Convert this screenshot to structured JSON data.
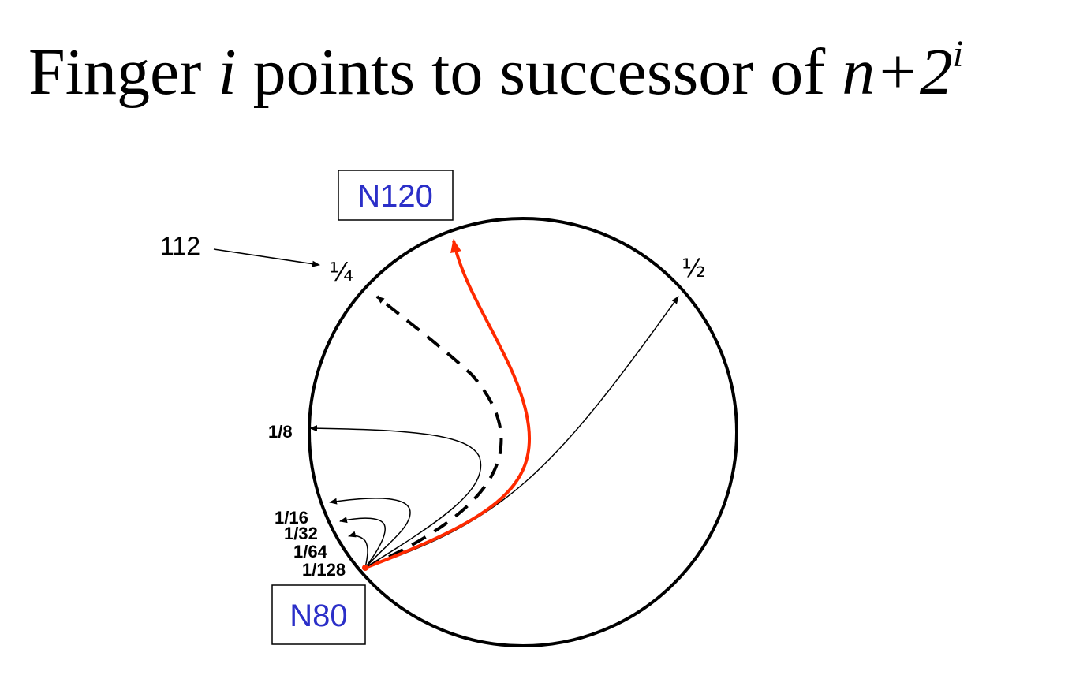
{
  "title": {
    "prefix": "Finger ",
    "var_i": "i",
    "middle": " points to successor of ",
    "var_n": "n",
    "plus": "+2",
    "exponent": "i"
  },
  "diagram": {
    "nodes": [
      {
        "id": "n120",
        "label": "N120"
      },
      {
        "id": "n80",
        "label": "N80"
      }
    ],
    "outside_label": "112",
    "fractions": {
      "quarter": "¼",
      "half": "½",
      "eighth": "1/8",
      "sixteenth": "1/16",
      "thirty_second": "1/32",
      "sixty_fourth": "1/64",
      "one_28th": "1/128"
    },
    "colors": {
      "node_label": "#2b2fc8",
      "highlight_arrow": "#ff2a00",
      "ring": "#000000"
    }
  }
}
